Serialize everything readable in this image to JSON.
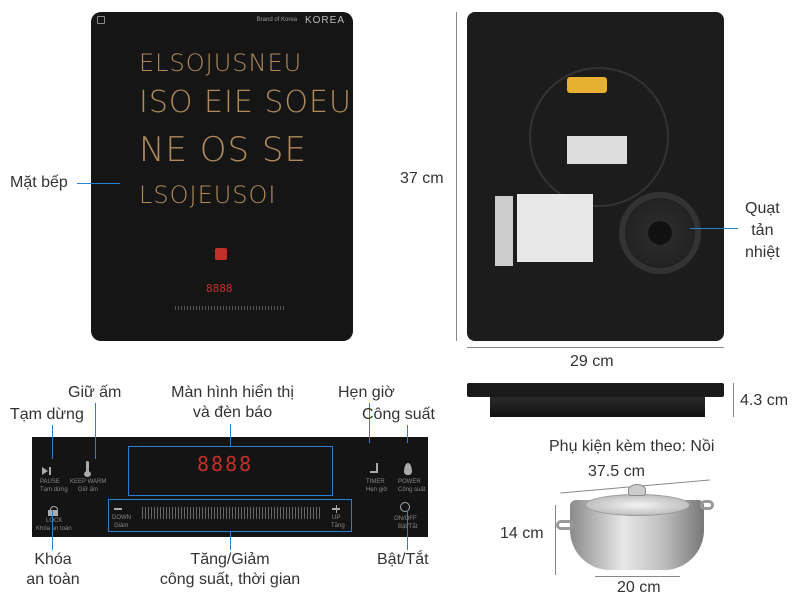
{
  "cooktop_top": {
    "label": "Mặt bếp",
    "brand_text": "KOREA",
    "brand_prefix": "Brand of Korea",
    "display_digits": "8888"
  },
  "cooktop_bottom": {
    "height_label": "37 cm",
    "width_label": "29 cm",
    "fan_label_lines": [
      "Quạt",
      "tản",
      "nhiệt"
    ]
  },
  "side_view": {
    "thickness_label": "4.3 cm"
  },
  "control_panel": {
    "display_digits": "8888",
    "callouts": {
      "keep_warm": "Giữ ấm",
      "pause": "Tạm dừng",
      "display_lines": [
        "Màn hình hiển thị",
        "và đèn báo"
      ],
      "timer": "Hẹn giờ",
      "power": "Công suất",
      "lock_lines": [
        "Khóa",
        "an toàn"
      ],
      "adjust_lines": [
        "Tăng/Giảm",
        "công suất, thời gian"
      ],
      "on_off": "Bật/Tắt"
    },
    "buttons": [
      {
        "en": "PAUSE",
        "vi": "Tạm dừng"
      },
      {
        "en": "KEEP WARM",
        "vi": "Giữ ấm"
      },
      {
        "en": "TIMER",
        "vi": "Hẹn giờ"
      },
      {
        "en": "POWER",
        "vi": "Công suất"
      },
      {
        "en": "LOCK",
        "vi": "Khóa an toàn"
      },
      {
        "en": "DOWN",
        "vi": "Giảm"
      },
      {
        "en": "UP",
        "vi": "Tăng"
      },
      {
        "en": "ON/OFF",
        "vi": "Bật/Tắt"
      }
    ]
  },
  "accessory": {
    "title": "Phụ kiện kèm theo: Nồi",
    "diameter_label": "37.5 cm",
    "height_label": "14 cm",
    "base_label": "20 cm"
  },
  "colors": {
    "callout_line": "#2a7fd4",
    "led": "#c0302a",
    "gold": "#b08a5a"
  }
}
